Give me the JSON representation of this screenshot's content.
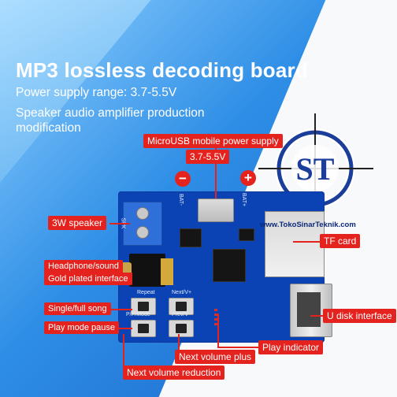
{
  "title": "MP3 lossless decoding board",
  "subtitle1": "Power supply range: 3.7-5.5V",
  "subtitle2": "Speaker audio amplifier production",
  "subtitle3": "modification",
  "logo_text": "ST",
  "watermark": "www.TokoSinarTeknik.com",
  "labels": {
    "microusb": "MicroUSB mobile power supply",
    "voltage": "3.7-5.5V",
    "speaker": "3W speaker",
    "headphone1": "Headphone/sound",
    "headphone2": "Gold plated interface",
    "single_full": "Single/full song",
    "play_mode": "Play mode pause",
    "tf_card": "TF card",
    "u_disk": "U disk interface",
    "play_indicator": "Play indicator",
    "next_vol_plus": "Next volume plus",
    "next_vol_red": "Next volume reduction"
  },
  "polarity": {
    "minus": "−",
    "plus": "+"
  },
  "silk": {
    "bat_minus": "BAT-",
    "bat_plus": "BAT+",
    "spk": "SPK",
    "repeat": "Repeat",
    "next": "Next/V+",
    "prev": "Prev/V-",
    "pause": "P/P/Mode"
  },
  "colors": {
    "label_red": "#e4231f",
    "board_blue": "#0b43b4"
  }
}
